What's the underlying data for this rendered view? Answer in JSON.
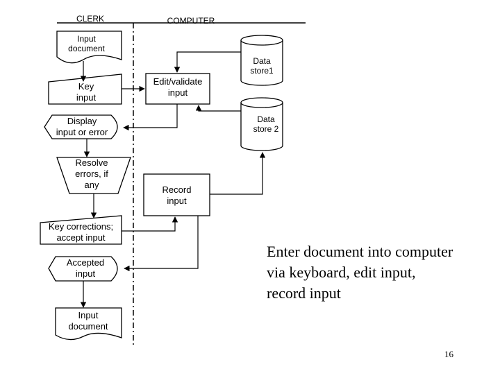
{
  "headers": {
    "clerk": "CLERK",
    "computer": "COMPUTER"
  },
  "shapes": {
    "input_document_top": "Input\ndocument",
    "key_input": "Key\ninput",
    "display_input": "Display\ninput or error",
    "resolve_errors": "Resolve\nerrors, if\nany",
    "key_corrections": "Key corrections;\naccept input",
    "accepted_input": "Accepted\ninput",
    "input_document_bottom": "Input\ndocument",
    "edit_validate": "Edit/validate\ninput",
    "data_store1": "Data\nstore1",
    "data_store2": "Data\nstore 2",
    "record_input": "Record\ninput"
  },
  "caption": "Enter document into computer\nvia keyboard, edit input,\nrecord input",
  "page_number": "16"
}
